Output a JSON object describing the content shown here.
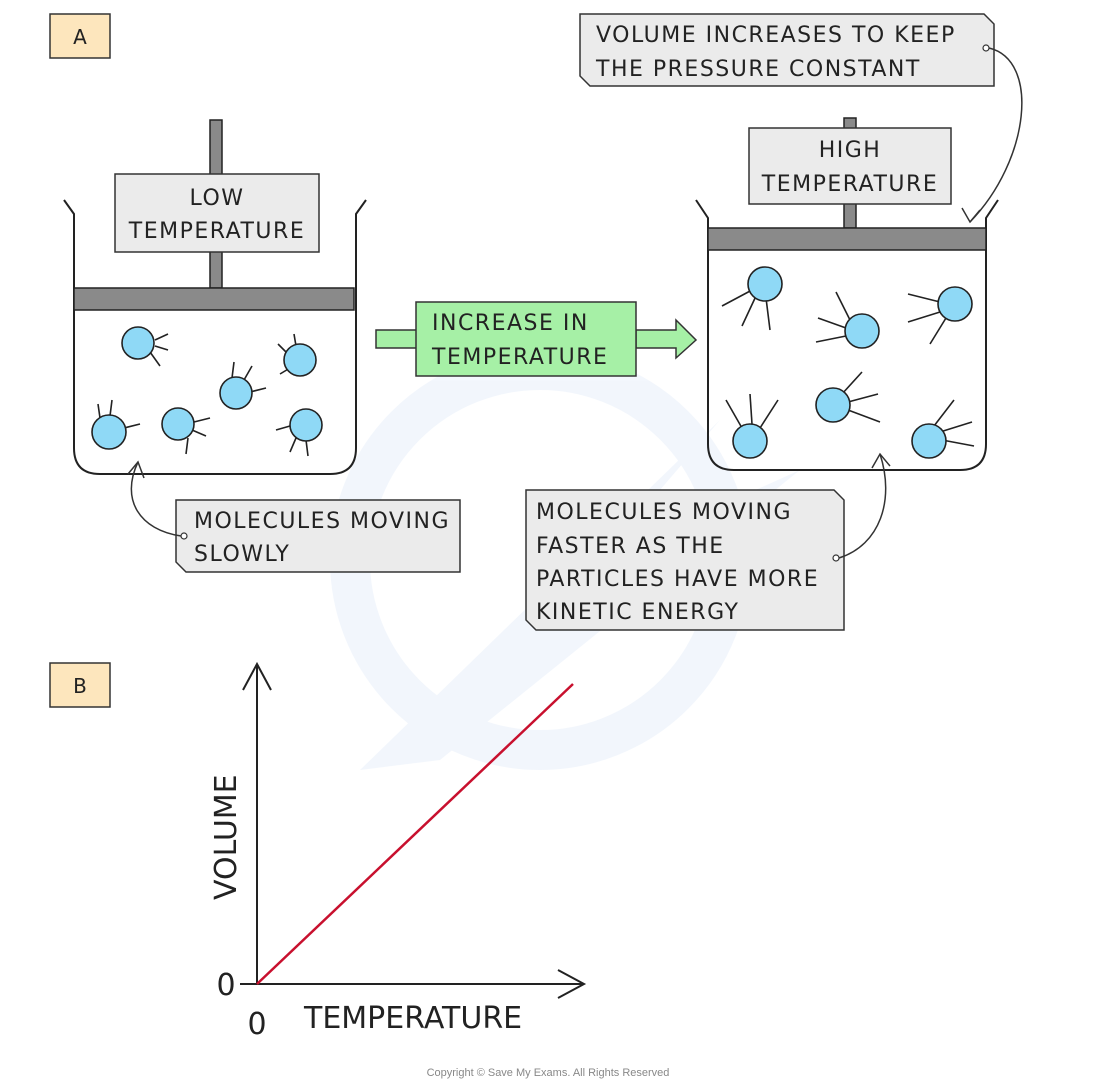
{
  "panels": {
    "a": "A",
    "b": "B"
  },
  "left_container": {
    "label_line1": "LOW",
    "label_line2": "TEMPERATURE"
  },
  "right_container": {
    "label_line1": "HIGH",
    "label_line2": "TEMPERATURE"
  },
  "arrow_label": {
    "line1": "INCREASE  IN",
    "line2": "TEMPERATURE"
  },
  "callouts": {
    "volume": {
      "line1": "VOLUME  INCREASES  TO  KEEP",
      "line2": "THE  PRESSURE  CONSTANT"
    },
    "slow": {
      "line1": "MOLECULES  MOVING",
      "line2": "SLOWLY"
    },
    "fast": {
      "line1": "MOLECULES  MOVING",
      "line2": "FASTER  AS  THE",
      "line3": "PARTICLES  HAVE  MORE",
      "line4": "KINETIC  ENERGY"
    }
  },
  "graph": {
    "ylabel": "VOLUME",
    "xlabel": "TEMPERATURE",
    "origin_y": "0",
    "origin_x": "0"
  },
  "chart_data": {
    "type": "line",
    "xlabel": "TEMPERATURE",
    "ylabel": "VOLUME",
    "x": [
      0,
      1
    ],
    "series": [
      {
        "values": [
          0,
          1
        ]
      }
    ]
  },
  "footer": {
    "copyright": "Copyright © Save My Exams. All Rights Reserved"
  },
  "colors": {
    "molecule": "#8fd9f6",
    "line": "#c8102e",
    "piston": "#8a8a8a",
    "arrow": "#a6f0a6",
    "label_bg": "#ebebeb",
    "panel_bg": "#fde6bd"
  }
}
